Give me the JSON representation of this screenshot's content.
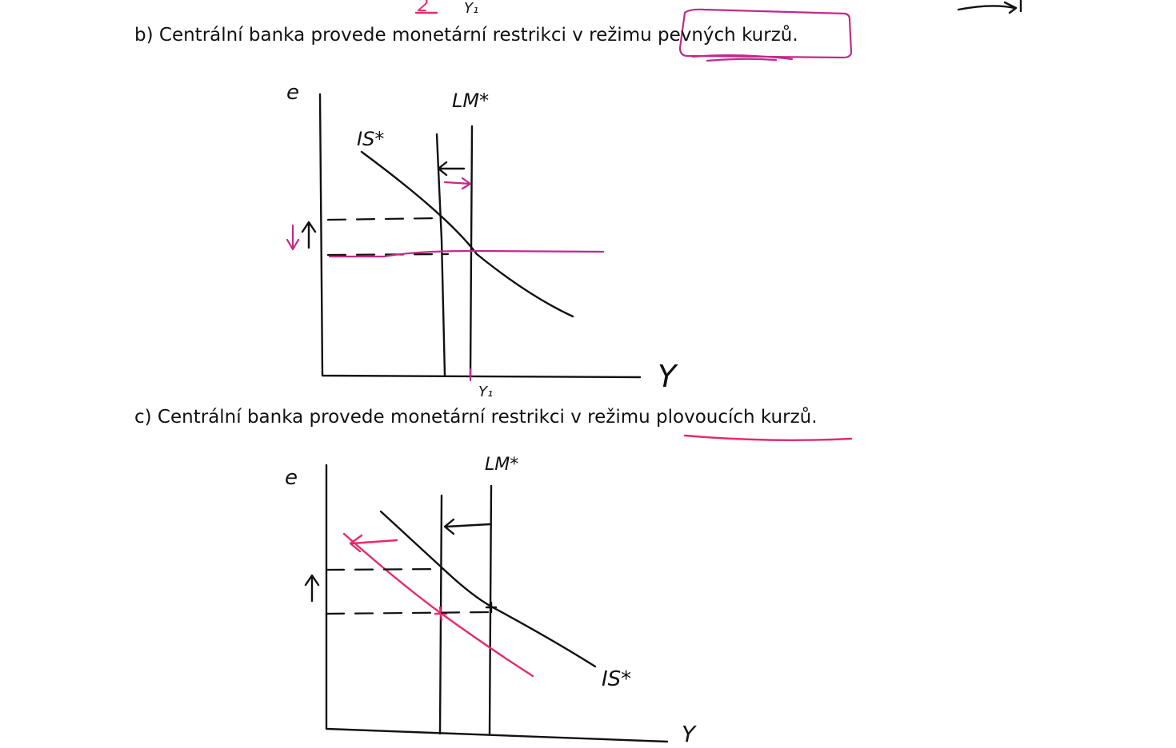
{
  "section_b": {
    "prefix": "b) Centrální banka provede monetární restrikci v režimu ",
    "highlight": "pevných kurzů",
    "suffix": "."
  },
  "section_c": {
    "prefix": "c) Centrální banka provede monetární restrikci v režimu ",
    "highlight": "plovoucích kurzů",
    "suffix": "."
  },
  "top_fragments": {
    "pink_mark": "2",
    "black_mark": "Y₁"
  },
  "sketch_b": {
    "y_axis_label": "e",
    "x_axis_label": "Y",
    "lm_label": "LM*",
    "is_label": "IS*",
    "level_arrow": "↓↑",
    "output_label": "Y₁"
  },
  "sketch_c": {
    "y_axis_label": "e",
    "x_axis_label": "Y",
    "lm_label": "LM*",
    "is_label": "IS*",
    "level_arrow": "↑"
  },
  "colors": {
    "ink": "#111111",
    "magenta": "#c2298a",
    "red_pink": "#e52b6a",
    "background": "#ffffff"
  }
}
